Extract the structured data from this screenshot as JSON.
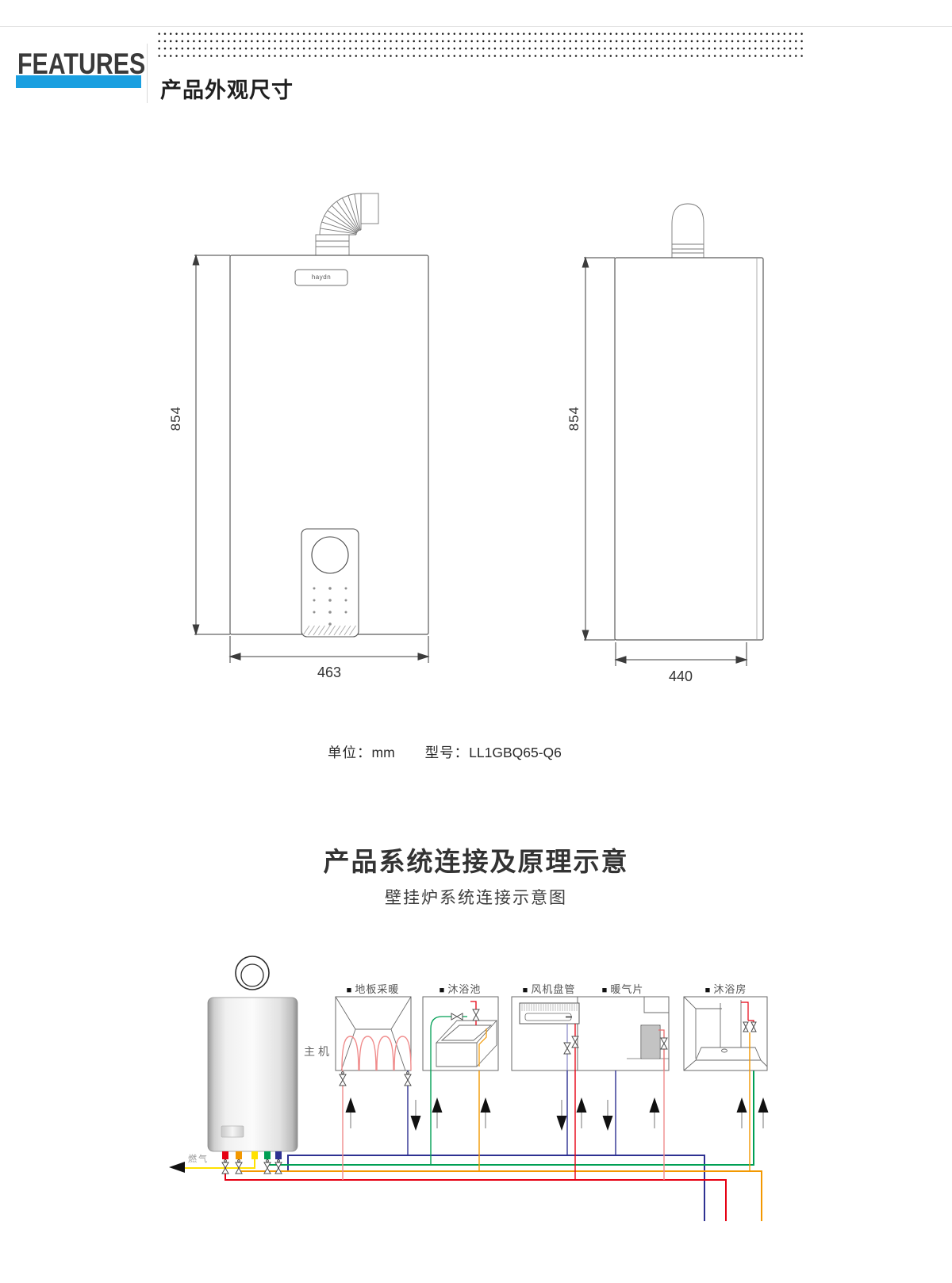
{
  "header": {
    "logo_text": "FEATURES",
    "title": "产品外观尺寸",
    "accent_color": "#1A9FE0"
  },
  "drawings": {
    "front_view": {
      "height": "854",
      "width": "463",
      "brand": "haydn"
    },
    "side_view": {
      "height": "854",
      "depth": "440"
    },
    "unit": {
      "label": "单位：",
      "value": "mm"
    },
    "model": {
      "label": "型号：",
      "value": "LL1GBQ65-Q6"
    }
  },
  "system": {
    "title": "产品系统连接及原理示意",
    "subtitle": "壁挂炉系统连接示意图",
    "boiler_label": "主机",
    "gas_label": "燃气",
    "bullet": "■",
    "applications": [
      {
        "label": "地板采暖"
      },
      {
        "label": "沐浴池"
      },
      {
        "label": "风机盘管"
      },
      {
        "label": "暖气片"
      },
      {
        "label": "沐浴房"
      }
    ],
    "pipe_colors": {
      "heating_supply_red": "#E60012",
      "heating_return_blue": "#2E3192",
      "hot_water_orange": "#F39800",
      "gas_yellow": "#FFE100",
      "cold_water_green": "#009F54"
    }
  }
}
